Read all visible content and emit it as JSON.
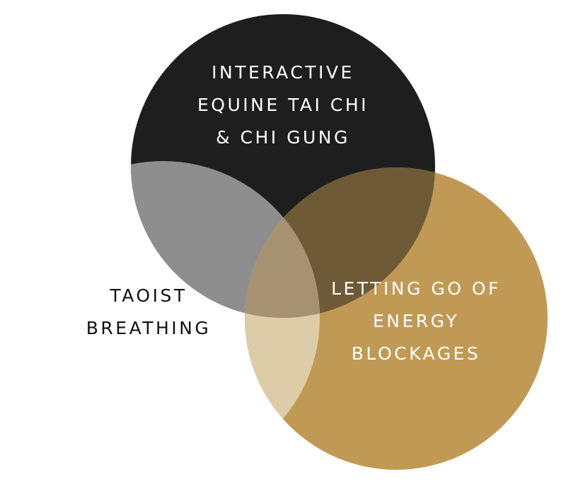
{
  "diagram": {
    "type": "venn",
    "sets": [
      {
        "id": "tai-chi",
        "label_lines": [
          "INTERACTIVE",
          "EQUINE TAI CHI",
          "& CHI GUNG"
        ],
        "color": "#1e1e1e",
        "text_color": "#ffffff"
      },
      {
        "id": "letting-go",
        "label_lines": [
          "LETTING GO OF",
          "ENERGY",
          "BLOCKAGES"
        ],
        "color": "#c09a55",
        "text_color": "#ffffff"
      },
      {
        "id": "taoist",
        "label_lines": [
          "TAOIST",
          "BREATHING"
        ],
        "color": "#ffffff",
        "text_color": "#111111"
      }
    ],
    "intersection_colors": {
      "tai-chi_taoist": "#8e8e8e",
      "letting-go_taoist": "#ddcca8",
      "tai-chi_letting-go": "#6f5a38",
      "all": "#a69270"
    }
  }
}
